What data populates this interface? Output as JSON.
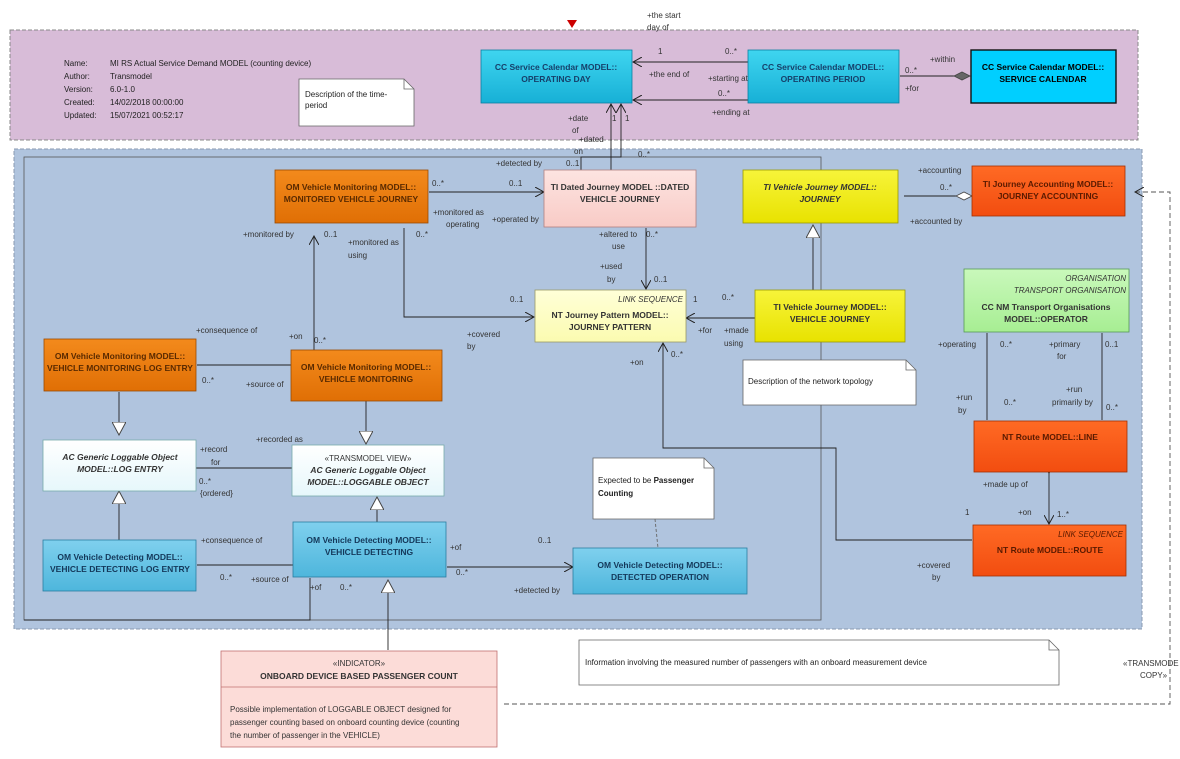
{
  "header": {
    "name_label": "Name:",
    "name_value": "MI RS Actual Service Demand  MODEL (counting device)",
    "author_label": "Author:",
    "author_value": "Transmodel",
    "version_label": "Version:",
    "version_value": "6.0-1.0",
    "created_label": "Created:",
    "created_value": "14/02/2018 00:00:00",
    "updated_label": "Updated:",
    "updated_value": "15/07/2021 00:52:17"
  },
  "classes": {
    "operating_day": [
      "CC Service Calendar MODEL::",
      "OPERATING DAY"
    ],
    "operating_period": [
      "CC Service Calendar MODEL::",
      "OPERATING PERIOD"
    ],
    "service_calendar": [
      "CC Service Calendar MODEL::",
      "SERVICE CALENDAR"
    ],
    "monitored_vehicle_journey": [
      "OM Vehicle Monitoring MODEL::",
      "MONITORED VEHICLE JOURNEY"
    ],
    "dated_vehicle_journey": [
      "TI Dated Journey MODEL ::DATED",
      "VEHICLE JOURNEY"
    ],
    "journey": [
      "TI Vehicle Journey MODEL::",
      "JOURNEY"
    ],
    "journey_accounting": [
      "TI Journey Accounting MODEL::",
      "JOURNEY ACCOUNTING"
    ],
    "journey_pattern": {
      "stereo": "LINK SEQUENCE",
      "lines": [
        "NT Journey Pattern MODEL::",
        "JOURNEY PATTERN"
      ]
    },
    "vehicle_journey": [
      "TI Vehicle Journey MODEL::",
      "VEHICLE JOURNEY"
    ],
    "operator": {
      "stereo1": "ORGANISATION",
      "stereo2": "TRANSPORT ORGANISATION",
      "lines": [
        "CC NM Transport Organisations",
        "MODEL::OPERATOR"
      ]
    },
    "vehicle_monitoring_log_entry": [
      "OM Vehicle Monitoring MODEL::",
      "VEHICLE MONITORING LOG ENTRY"
    ],
    "vehicle_monitoring": [
      "OM Vehicle Monitoring MODEL::",
      "VEHICLE MONITORING"
    ],
    "log_entry": [
      "AC Generic Loggable Object",
      "MODEL::LOG ENTRY"
    ],
    "loggable_object": {
      "stereo": "«TRANSMODEL VIEW»",
      "lines": [
        "AC Generic Loggable Object",
        "MODEL::LOGGABLE OBJECT"
      ]
    },
    "line": [
      "NT Route MODEL::LINE"
    ],
    "route": {
      "stereo": "LINK SEQUENCE",
      "lines": [
        "NT Route MODEL::ROUTE"
      ]
    },
    "vehicle_detecting_log_entry": [
      "OM Vehicle Detecting MODEL::",
      "VEHICLE DETECTING LOG ENTRY"
    ],
    "vehicle_detecting": [
      "OM Vehicle Detecting MODEL::",
      "VEHICLE DETECTING"
    ],
    "detected_operation": [
      "OM Vehicle Detecting MODEL::",
      "DETECTED OPERATION"
    ],
    "indicator": {
      "stereo": "«INDICATOR»",
      "title": "ONBOARD DEVICE BASED PASSENGER COUNT",
      "desc": [
        "Possible implementation of LOGGABLE OBJECT designed for",
        "passenger counting based on onboard counting device (counting",
        "the number of passenger in the VEHICLE)"
      ]
    }
  },
  "notes": {
    "time_period": [
      "Description of the time-",
      "period"
    ],
    "network_topology": [
      "Description of the network topology"
    ],
    "passenger_counting_pre": "Expected to be ",
    "passenger_counting_bold1": "Passenger",
    "passenger_counting_bold2": "Counting",
    "measured": [
      "Information involving the measured number of passengers with an onboard measurement device"
    ]
  },
  "labels": {
    "start_day_of": [
      "+the start",
      "day of"
    ],
    "the_end_of": "+the end of",
    "starting_at": "+starting at",
    "ending_at": "+ending at",
    "within": "+within",
    "for_cal": "+for",
    "date_of": [
      "+date",
      "of"
    ],
    "dated_on": [
      "+dated",
      "on"
    ],
    "detected_by": "+detected by",
    "monitored_as_operating": [
      "+monitored as",
      "operating"
    ],
    "operated_by": "+operated by",
    "monitored_by": "+monitored by",
    "monitored_as_using": [
      "+monitored as",
      "using"
    ],
    "altered_to_use": [
      "+altered to",
      "use"
    ],
    "used_by": [
      "+used",
      "by"
    ],
    "accounting": "+accounting",
    "accounted_by": "+accounted by",
    "covered_by": [
      "+covered",
      "by"
    ],
    "for_jp": "+for",
    "made_using": [
      "+made",
      "using"
    ],
    "consequence_of": "+consequence of",
    "on": "+on",
    "source_of": "+source of",
    "operating": "+operating",
    "primary_for": [
      "+primary",
      "for"
    ],
    "run_by": [
      "+run",
      "by"
    ],
    "run_primarily_by": [
      "+run",
      "primarily by"
    ],
    "recorded_as": "+recorded as",
    "record_for": [
      "+record",
      "for"
    ],
    "ordered": "{ordered}",
    "made_up_of": "+made up of",
    "on_route": "+on",
    "covered_by_route": [
      "+covered",
      "by"
    ],
    "of": "+of",
    "detected_by2": "+detected by",
    "transmodel_copy": [
      "«TRANSMODE",
      "COPY»"
    ]
  },
  "mult": {
    "one": "1",
    "zero_many": "0..*",
    "zero_one": "0..1",
    "one_many": "1..*"
  },
  "colors": {
    "header_bg": "#d8bcd8",
    "body_bg": "#b0c4de",
    "cyan": "#1fc3e6",
    "cyan_dark": "#00d0ff",
    "orange": "#ec7b0e",
    "orange_light": "#f0871f",
    "red_orange": "#ff5a1f",
    "yellow": "#f4f007",
    "green": "#b8f5a8",
    "pink": "#fcd9d6",
    "light_yellow": "#ffffcc",
    "white_blue": "#f2fbff",
    "blue_box": "#63c4e6",
    "indicator_bg": "#fcdcd8"
  }
}
